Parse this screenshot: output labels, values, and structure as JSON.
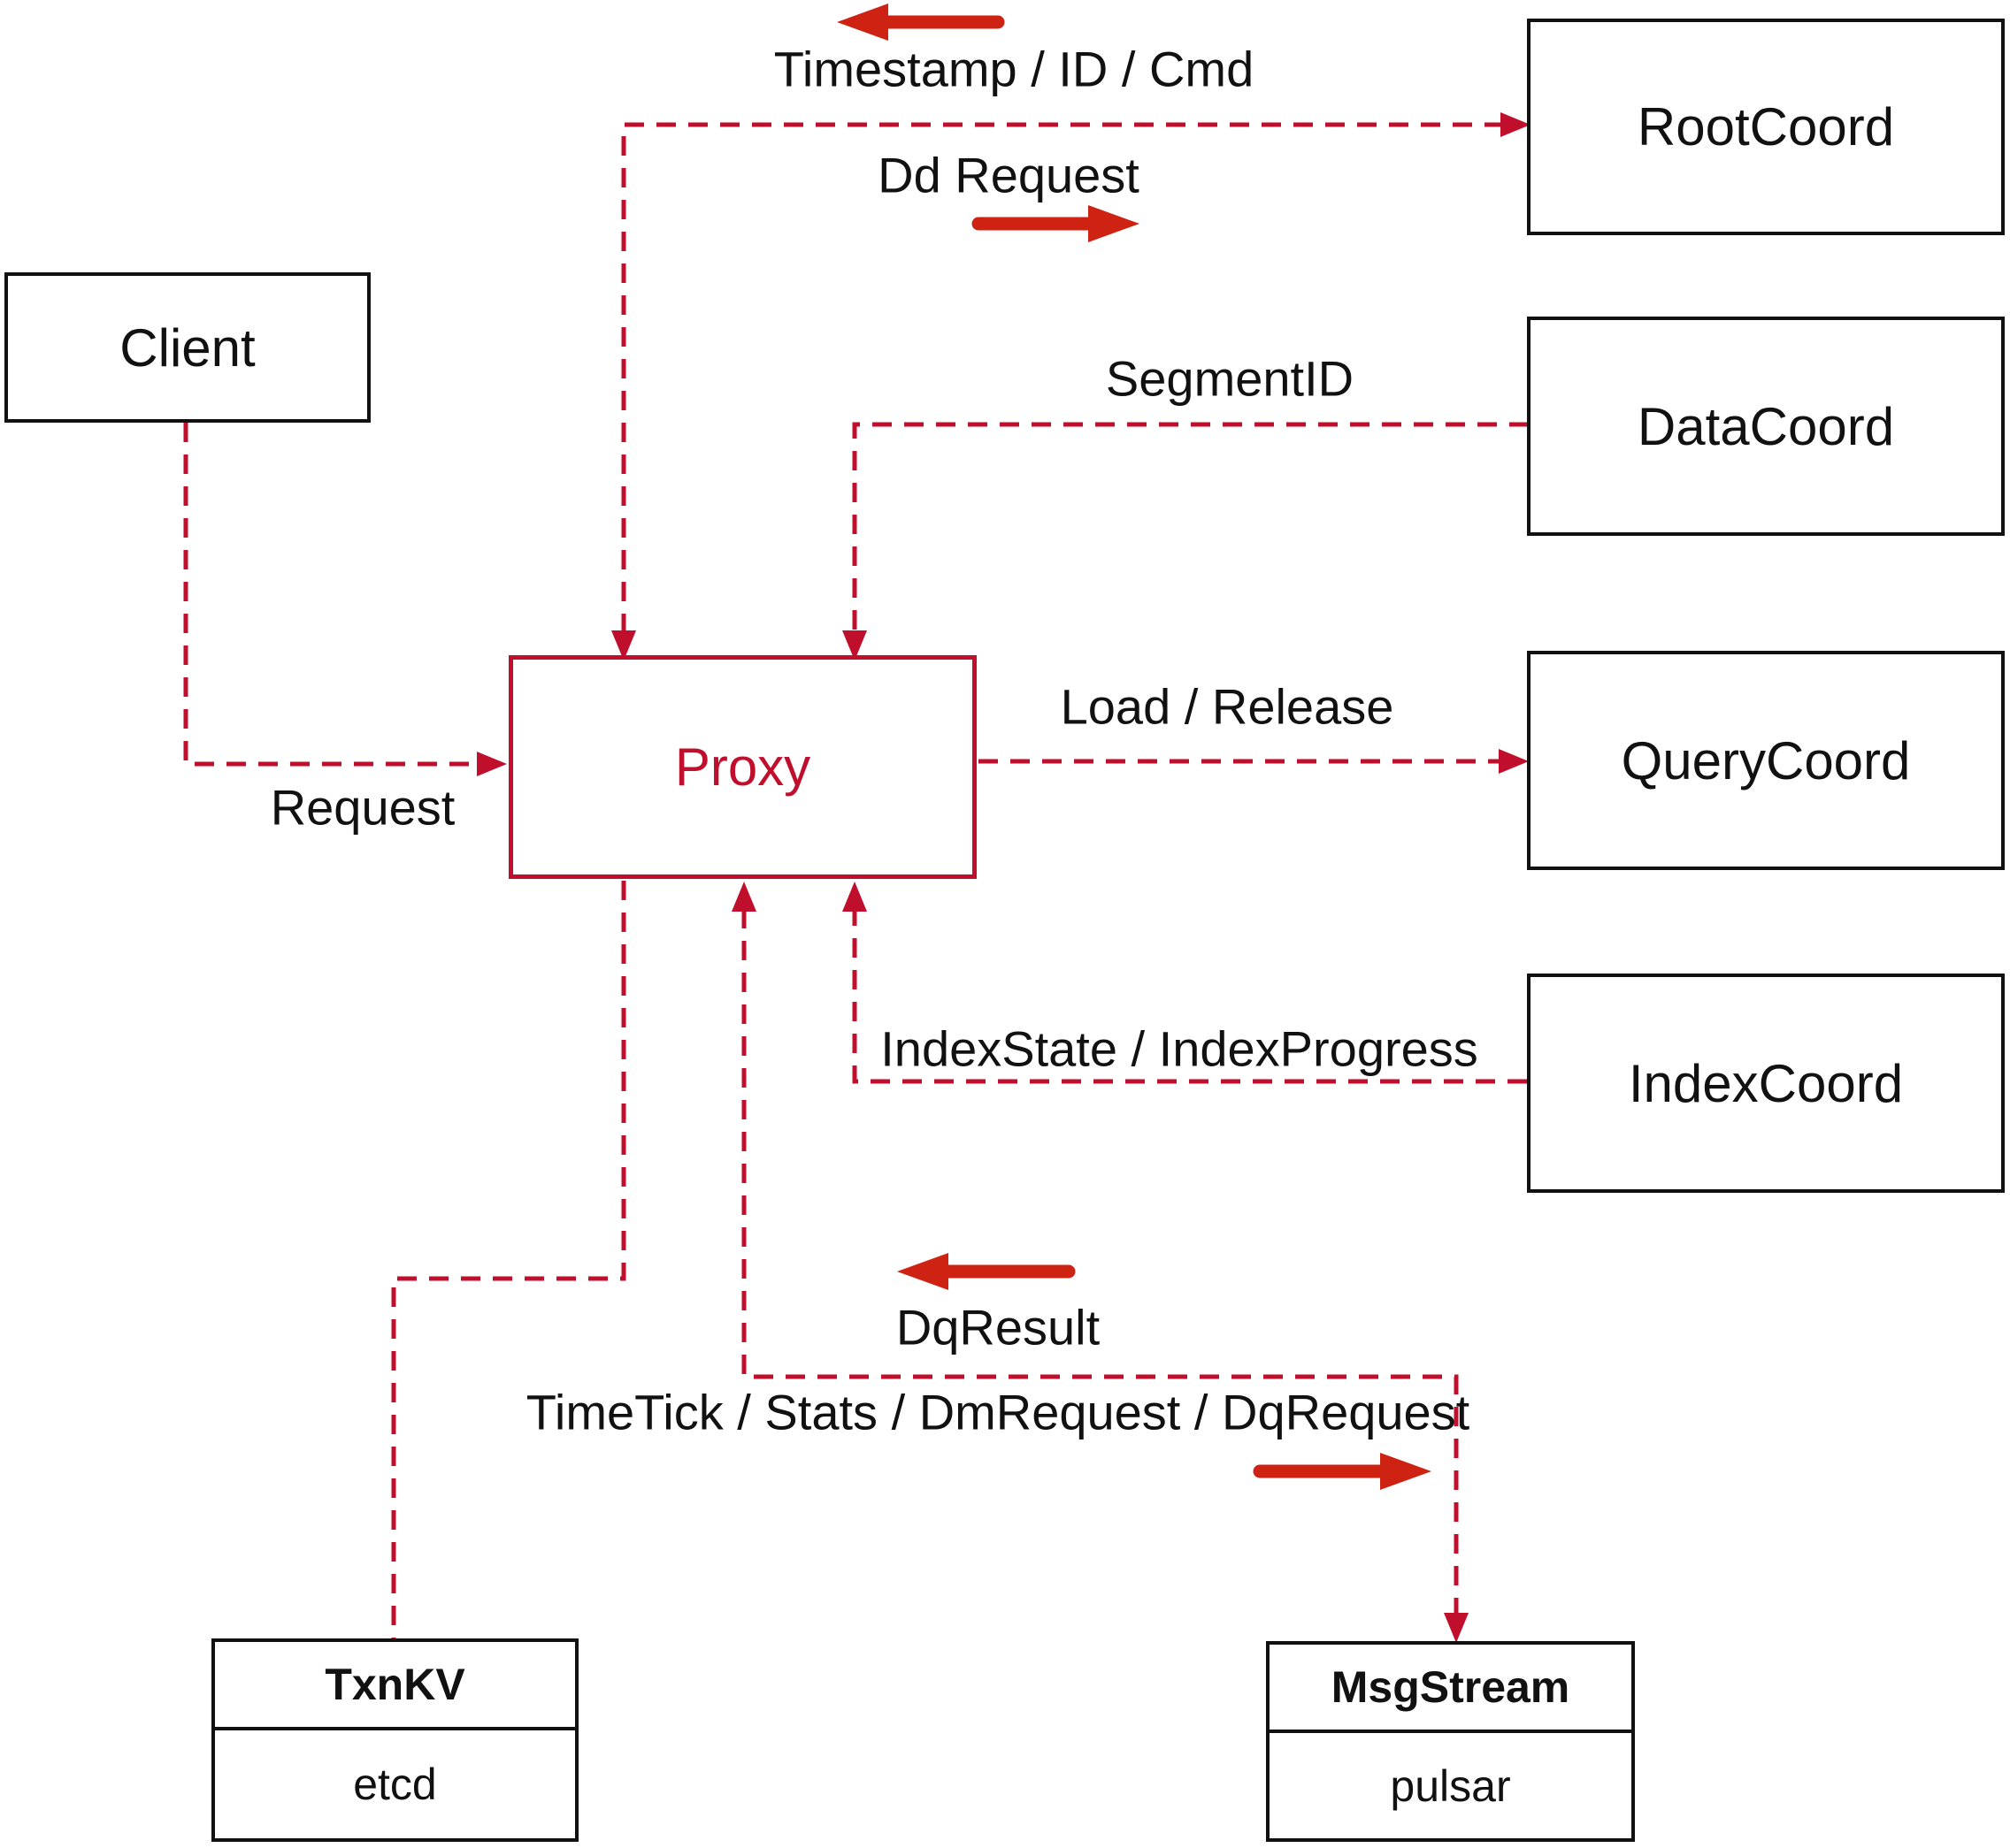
{
  "diagram": {
    "title": "Proxy interactions diagram",
    "nodes": {
      "client": {
        "label": "Client"
      },
      "proxy": {
        "label": "Proxy"
      },
      "root_coord": {
        "label": "RootCoord"
      },
      "data_coord": {
        "label": "DataCoord"
      },
      "query_coord": {
        "label": "QueryCoord"
      },
      "index_coord": {
        "label": "IndexCoord"
      },
      "txn_kv": {
        "title": "TxnKV",
        "impl": "etcd"
      },
      "msg_stream": {
        "title": "MsgStream",
        "impl": "pulsar"
      }
    },
    "edge_labels": {
      "timestamp_id_cmd": "Timestamp / ID / Cmd",
      "dd_request": "Dd Request",
      "segment_id": "SegmentID",
      "load_release": "Load / Release",
      "request": "Request",
      "index_state": "IndexState / IndexProgress",
      "dq_result": "DqResult",
      "time_tick": "TimeTick / Stats / DmRequest / DqRequest"
    },
    "colors": {
      "background": "#FFFFFF",
      "connector": "#C00F2D",
      "solid_arrow": "#CE2213",
      "node_border": "#111111",
      "text": "#111111",
      "proxy_accent": "#C00F2D"
    }
  }
}
